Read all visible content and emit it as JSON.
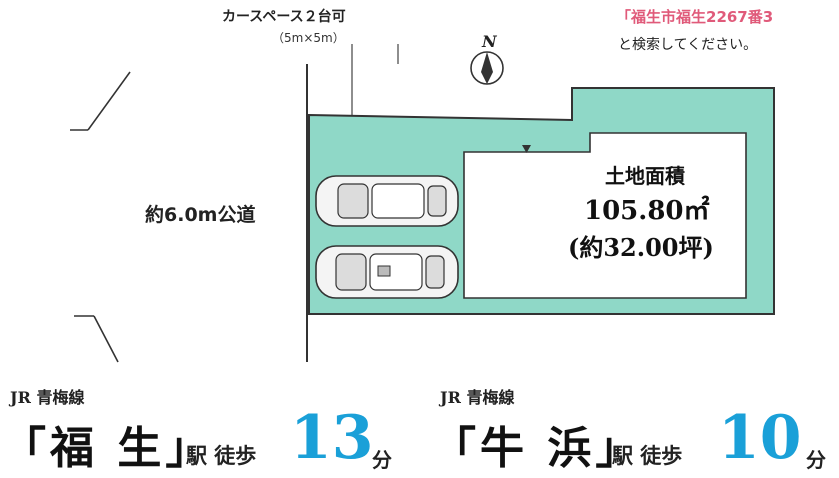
{
  "parking": {
    "title": "カースペース２台可",
    "size": "（5m×5m）"
  },
  "search": {
    "line1": "「福生市福生2267番3",
    "line2": "と検索してください。"
  },
  "compass": {
    "label": "N"
  },
  "road": {
    "label": "約6.0m公道"
  },
  "land": {
    "title": "土地面積",
    "area_m2": "105.80㎡",
    "area_tsubo": "(約32.00坪)"
  },
  "access": [
    {
      "line": "JR 青梅線",
      "station": "「福 生」",
      "eki_toho": "駅 徒歩",
      "minutes": "13",
      "unit": "分"
    },
    {
      "line": "JR 青梅線",
      "station": "「牛 浜」",
      "eki_toho": "駅 徒歩",
      "minutes": "10",
      "unit": "分"
    }
  ],
  "colors": {
    "lot_fill": "#8fd8c7",
    "minutes": "#1aa0d8",
    "search_text": "#e05a7a"
  }
}
